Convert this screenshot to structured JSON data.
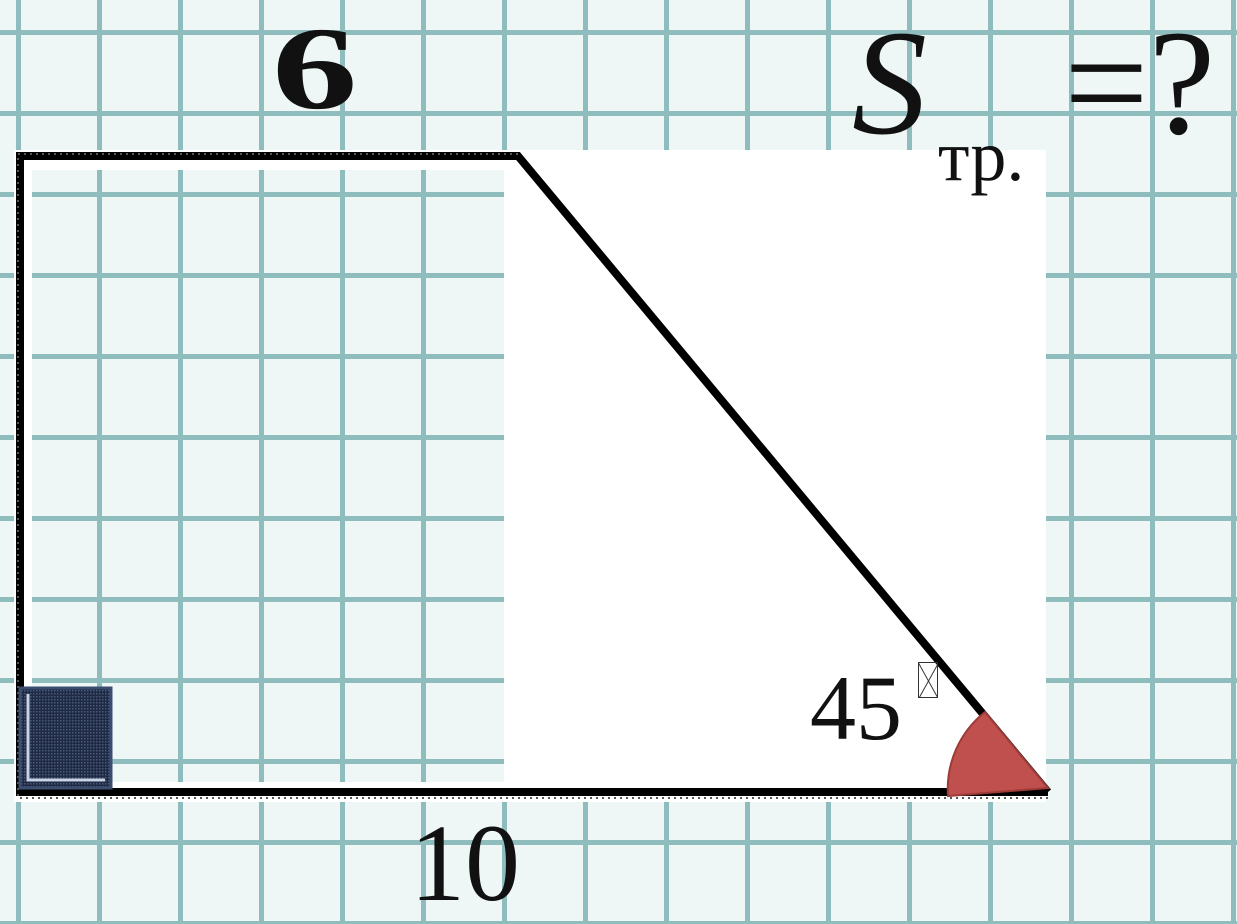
{
  "figure": {
    "shape": "right trapezoid",
    "top_base": "6",
    "bottom_base": "10",
    "angle_value": "45",
    "angle_unit_glyph": "missing-glyph-box",
    "formula_symbol": "S",
    "formula_subscript": "тр.",
    "formula_rest": "=?",
    "right_angle_marker_color": "#23344f",
    "angle_marker_color": "#c0504d",
    "grid_color": "#8fbdbd"
  }
}
